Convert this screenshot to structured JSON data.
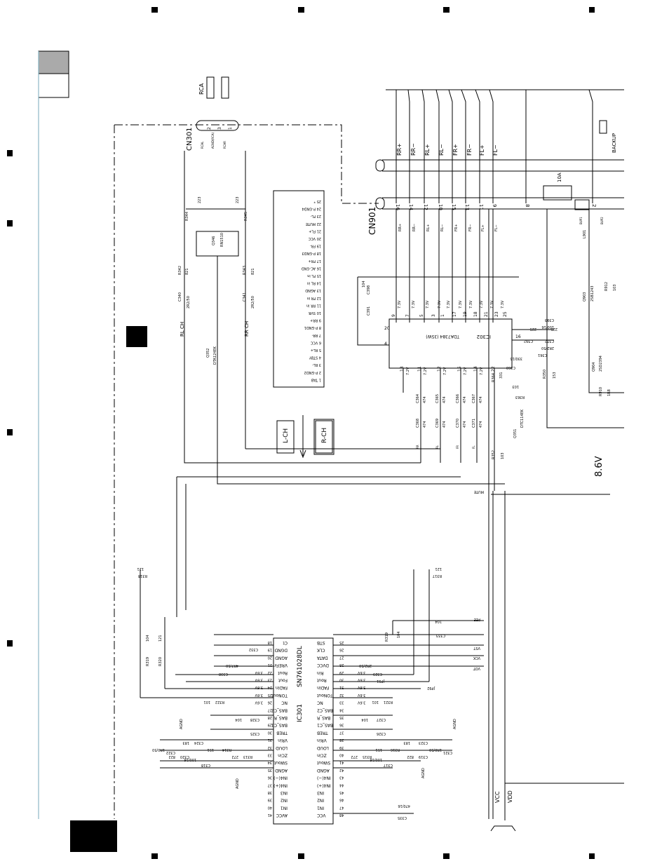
{
  "connectors": {
    "rca": "RCA",
    "cn301": "CN301",
    "cn301_pins": [
      "2",
      "3",
      "1"
    ],
    "cn301_nets": [
      "RCAL",
      "AGND(RCA)",
      "RCAR"
    ],
    "cn901": "CN901",
    "backup": "BACKUP"
  },
  "cn901_top_labels": [
    "RR+",
    "RR−",
    "RL+",
    "RL−",
    "FR+",
    "FR−",
    "FL+",
    "FL−"
  ],
  "cn901_pins": [
    "16",
    "14",
    "12",
    "10",
    "15",
    "13",
    "11",
    "9",
    "8",
    "2"
  ],
  "cn901_nets": [
    "RR+",
    "RR−",
    "RL+",
    "RL−",
    "FR+",
    "FR−",
    "FL+",
    "FL−"
  ],
  "fuse": "10A",
  "parts_left": {
    "r344": "R344",
    "r344_val": "223",
    "r345": "R345",
    "r345_val": "223",
    "q346": "Q346",
    "q346_part": "RN1510",
    "r342": "R342",
    "r342_val": "821",
    "r343": "R343",
    "r343_val": "821",
    "c340": "C340",
    "c340_val": "2R2/50",
    "c341": "C341",
    "c341_val": "2R2/50",
    "rl_ch": "RL CH",
    "rr_ch": "RR CH",
    "q352": "Q352",
    "q352_part": "DTA124EK"
  },
  "pin_table": [
    "25 *",
    "24 P-GND4",
    "23 FL-",
    "22 MUTE",
    "21 FL+",
    "20 VCC",
    "19 FR-",
    "18 P-GND3",
    "17 FR+",
    "16 AC-GND",
    "15 FL in",
    "14 RL in",
    "13 AGND",
    "12 FR in",
    "11 RR in",
    "10 SVR",
    "9 RR+",
    "8 P-GND1",
    "7 RR-",
    "6 VCC",
    "5 RL+",
    "4 STBY",
    "3 RL-",
    "2 P-GND2",
    "1 TAB"
  ],
  "channel_boxes": [
    "L-CH",
    "R-CH"
  ],
  "ic302": {
    "name": "IC302",
    "part": "TDA7384 (35W)"
  },
  "ic302_top_pins": [
    "9",
    "7",
    "5",
    "3",
    "1",
    "17",
    "19",
    "18",
    "21",
    "23",
    "25"
  ],
  "ic302_rail": "7.3V",
  "ic302_side_pins": [
    "20",
    "4",
    "16"
  ],
  "ic302_bottom_pins": [
    "13",
    "11",
    "12",
    "15",
    "14",
    "22"
  ],
  "ic302_bottom_rail": "7.2V",
  "c398": "C398",
  "c398_val": "104",
  "c391": "C391",
  "c393": "C393",
  "c393_val": "100/16",
  "c392": "C392",
  "c392_val": "225",
  "c372": "C372",
  "c372_val": "225",
  "c361": "C361",
  "c361_val": "2R2/50",
  "c360": "C360",
  "c360_val": "330/16",
  "r364": "R364",
  "r364_val": "331",
  "r363": "R363",
  "r363_val": "103",
  "r350": "R350",
  "r350_val": "153",
  "caps_low": [
    [
      "C364",
      "474"
    ],
    [
      "C365",
      "474"
    ],
    [
      "C366",
      "474"
    ],
    [
      "C367",
      "474"
    ],
    [
      "C368",
      "474"
    ],
    [
      "C369",
      "474"
    ],
    [
      "C370",
      "474"
    ],
    [
      "C371",
      "474"
    ]
  ],
  "cap_nets": [
    "RR",
    "RL",
    "FR",
    "FL"
  ],
  "q351": "Q351",
  "q351_part": "DTC114EK",
  "r352": "R352",
  "r352_val": "103",
  "mute": "MUTE",
  "right_parts": {
    "l901": "L901",
    "bup1": "BUP1",
    "bup2": "BUP2",
    "q903": "Q903",
    "q903_part": "2SB1243",
    "r912": "R912",
    "r912_val": "103",
    "q904": "Q904",
    "q904_part": "2SD2394",
    "r910": "R910",
    "r910_val": "1R8",
    "v86": "8.6V",
    "vcc": "VCC",
    "vdd": "VDD"
  },
  "ic301": {
    "name": "IC301",
    "part": "SN761028DL"
  },
  "ic301_left_pins": [
    "Ct",
    "DGND",
    "AGND",
    "VREFin",
    "Rout",
    "Fout",
    "FADin",
    "TONout",
    "NC",
    "BAS_C2",
    "BAS_R",
    "BAS_C1",
    "TREB",
    "VRin",
    "LOUD",
    "ZCin",
    "SWout",
    "AGND",
    "IN4(−)",
    "IN4(+)",
    "IN3",
    "IN2",
    "IN1",
    "AVCC"
  ],
  "ic301_left_nums": [
    "18",
    "19",
    "20",
    "21",
    "22",
    "23",
    "24",
    "25",
    "26",
    "27",
    "28",
    "29",
    "30",
    "31",
    "32",
    "33",
    "34",
    "35",
    "36",
    "37",
    "38",
    "39",
    "40",
    "41"
  ],
  "ic301_right_pins": [
    "STB",
    "CLK",
    "DATA",
    "DVCC",
    "Rin",
    "Rout",
    "FADin",
    "TONout",
    "NC",
    "BAS_C2",
    "BAS_R",
    "BAS_C1",
    "TREB",
    "VRin",
    "LOUD",
    "ZCin",
    "SWout",
    "AGND",
    "IN4(−)",
    "IN4(+)",
    "IN3",
    "IN2",
    "IN1",
    "VCC"
  ],
  "ic301_right_nums": [
    "25",
    "26",
    "27",
    "28",
    "29",
    "30",
    "31",
    "32",
    "33",
    "34",
    "35",
    "36",
    "37",
    "38",
    "39",
    "40",
    "41",
    "42",
    "43",
    "44",
    "45",
    "46",
    "47",
    "48"
  ],
  "ic301_pin_volt": "3.6V",
  "ic301_parts": {
    "c332": "C332",
    "c338": "C338",
    "c338_val": "4R7/50",
    "c329": "C329",
    "c329_val": "2R2/50",
    "jp91": "JP91",
    "jp92": "JP92",
    "r321": "R321",
    "r321_val": "101",
    "r322": "R322",
    "r322_val": "101",
    "c327": "C327",
    "c328": "C328",
    "c326": "C326",
    "c325": "C325",
    "c323": "C323",
    "c324": "C324",
    "c321": "C321",
    "c322": "C322",
    "c317": "C317",
    "c318": "C318",
    "c319": "C319",
    "c320": "C320",
    "r313": "R313",
    "r314": "R314",
    "r315": "R315",
    "r316": "R316",
    "c335": "C335",
    "c335_val": "470/16",
    "agnd": "AGND",
    "cap_104": "104",
    "cap_183": "183",
    "cap_100": "100/16",
    "cap_1r0": "1R0/50",
    "res_151": "151",
    "res_272": "272",
    "cap_822": "822"
  },
  "lower_left": {
    "r318": "R318",
    "r318_val": "121",
    "r319": "R319",
    "r319_val": "104",
    "r320": "R320",
    "r320_val": "121",
    "r317": "R317",
    "r317_val": "121",
    "r319b": "R319",
    "r319b_val": "104",
    "c333": "C333",
    "c333_val": "104",
    "nets": [
      "PEE",
      "VST",
      "VCK",
      "VOT"
    ]
  }
}
